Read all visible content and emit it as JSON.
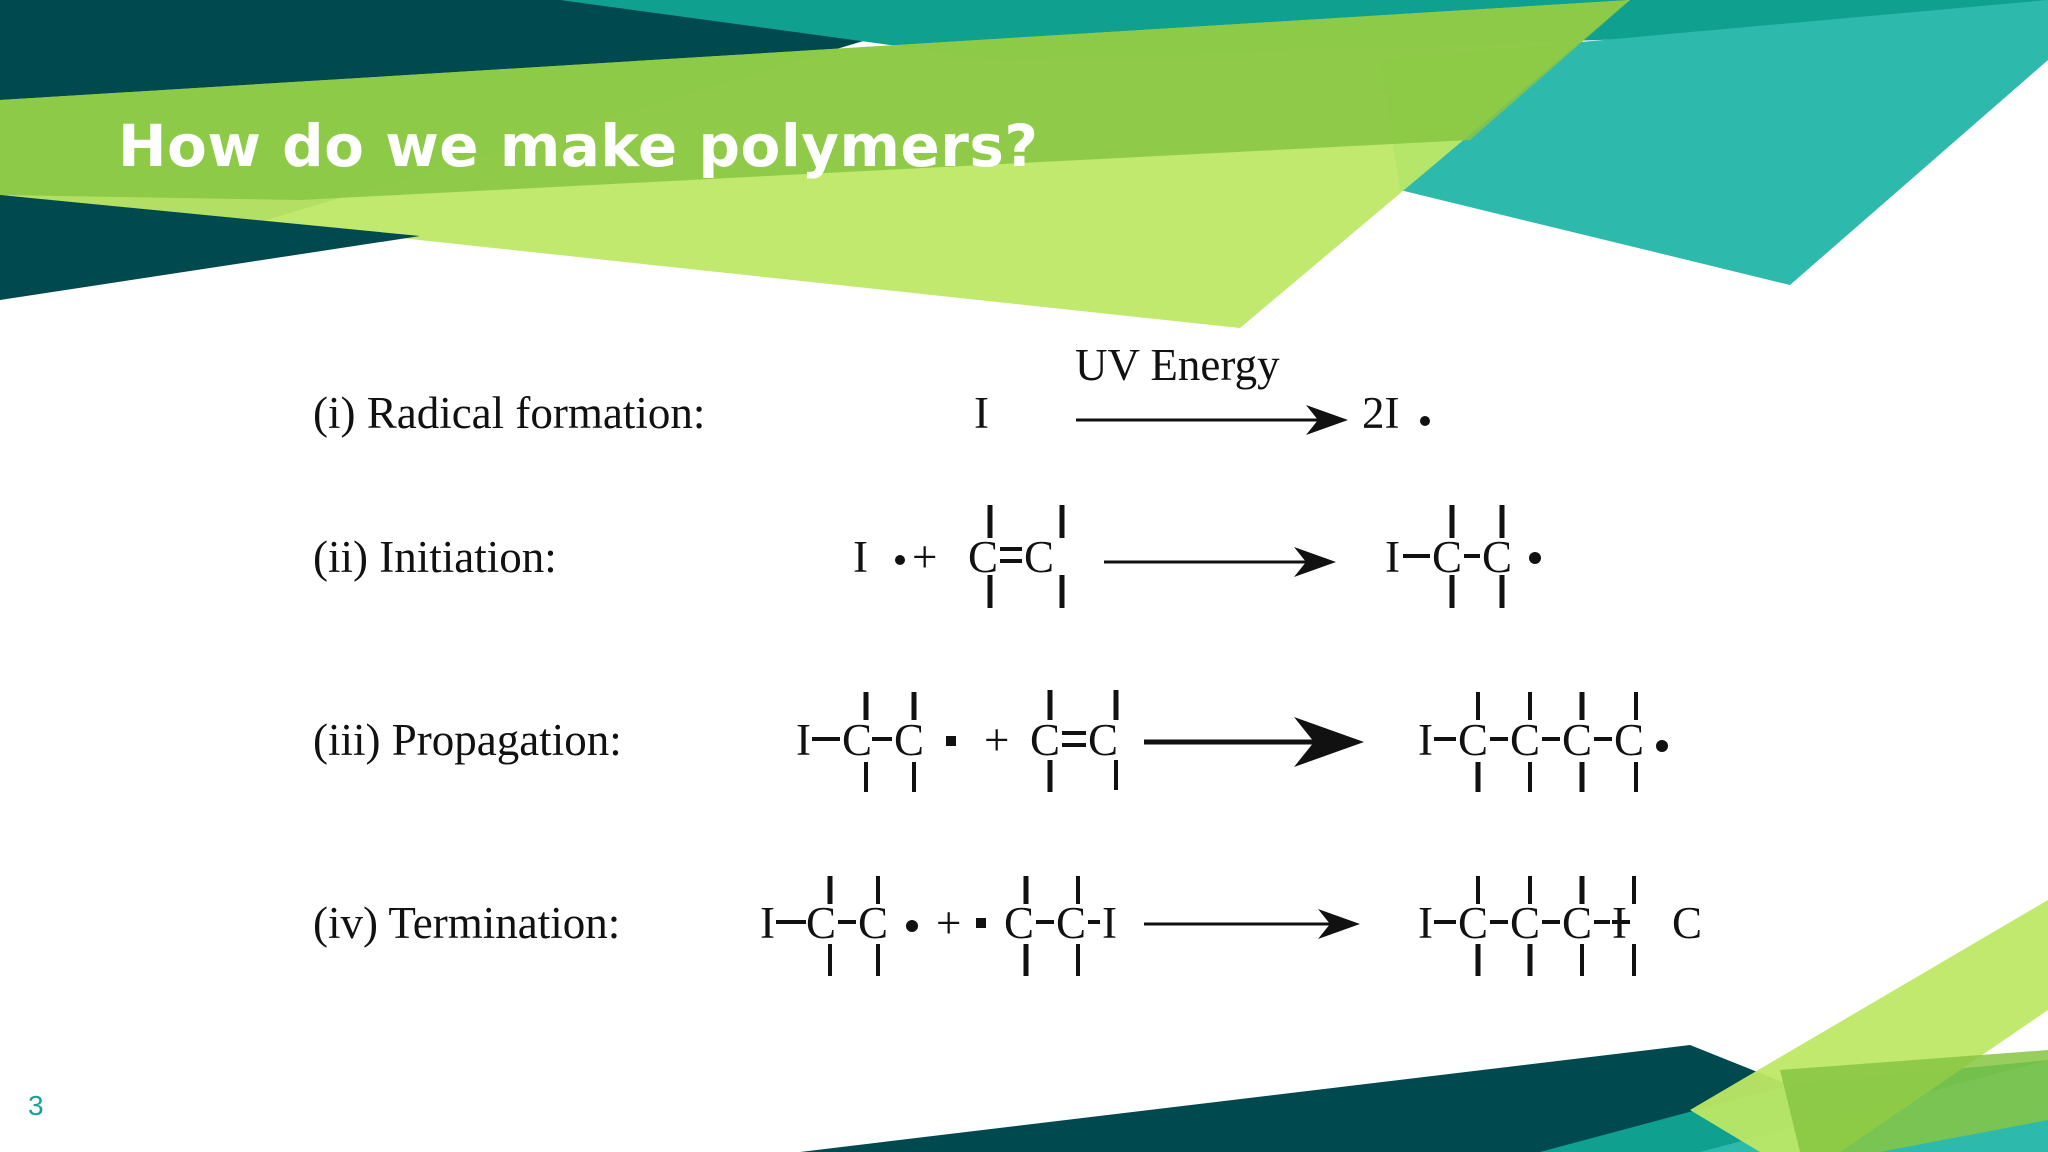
{
  "slide": {
    "title": "How do we make polymers?",
    "page_number": "3"
  },
  "colors": {
    "dark_teal": "#004a4f",
    "teal": "#10a090",
    "light_teal": "#2eb9ad",
    "green": "#86c542",
    "light_green": "#bde865"
  },
  "diagram": {
    "steps": [
      {
        "label": "(i) Radical formation:",
        "reactant": "I",
        "arrow_label": "UV Energy",
        "product": "2I"
      },
      {
        "label": "(ii) Initiation:",
        "reactant_atoms": [
          "I",
          "C",
          "C"
        ],
        "plus": "+",
        "product_atoms": [
          "I",
          "C",
          "C"
        ]
      },
      {
        "label": "(iii) Propagation:",
        "reactant_atoms": [
          "I",
          "C",
          "C",
          "C",
          "C"
        ],
        "plus": "+",
        "product_atoms": [
          "I",
          "C",
          "C",
          "C",
          "C"
        ]
      },
      {
        "label": "(iv) Termination:",
        "reactant_atoms": [
          "I",
          "C",
          "C",
          "C",
          "C",
          "I"
        ],
        "plus": "+",
        "product_atoms": [
          "I",
          "C",
          "C",
          "C",
          "C",
          "I"
        ]
      }
    ]
  }
}
